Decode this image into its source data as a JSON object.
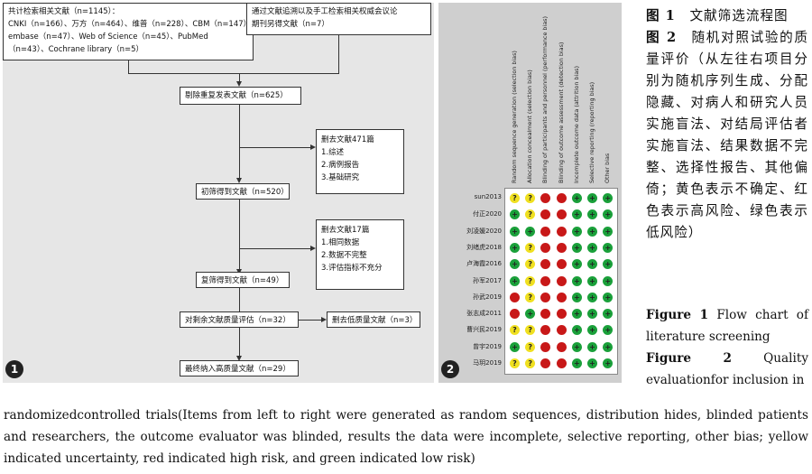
{
  "panel1": {
    "number": "1",
    "boxes": {
      "top_left": "共计检索相关文献（n=1145）：\nCNKI（n=166）、万方（n=464）、维普（n=228）、CBM（n=147）\nembase（n=47）、Web of Science（n=45）、PubMed\n（n=43）、Cochrane library（n=5）",
      "top_right": "通过文献追溯以及手工检索相关权威会议论\n期刊另得文献（n=7）",
      "dedup": "剔除重复发表文献（n=625）",
      "initial": "初筛得到文献（n=520）",
      "excl1": "删去文献471篇\n1.综述\n2.病例报告\n3.基础研究",
      "rescreen": "复筛得到文献（n=49）",
      "excl2": "删去文献17篇\n1.相同数据\n2.数据不完整\n3.评估指标不充分",
      "assess": "对剩余文献质量评估（n=32）",
      "lowq": "删去低质量文献（n=3）",
      "final": "最终纳入高质量文献（n=29）"
    }
  },
  "panel2": {
    "number": "2",
    "columns": [
      "Random sequence generation (selection bias)",
      "Allocation concealment (selection bias)",
      "Blinding of participants and personnel (performance bias)",
      "Blinding of outcome assessment (detection bias)",
      "Incomplete outcome data (attrition bias)",
      "Selective reporting (reporting bias)",
      "Other bias"
    ],
    "studies": [
      "sun2013",
      "付正2020",
      "刘凌媛2020",
      "刘绪虎2018",
      "卢海霞2016",
      "孙军2017",
      "孙武2019",
      "张志成2011",
      "曹兴民2019",
      "曾宇2019",
      "马玥2019"
    ],
    "judgements": [
      [
        "?",
        "?",
        "-",
        "-",
        "+",
        "+",
        "+"
      ],
      [
        "+",
        "?",
        "-",
        "-",
        "+",
        "+",
        "+"
      ],
      [
        "+",
        "+",
        "-",
        "-",
        "+",
        "+",
        "+"
      ],
      [
        "+",
        "?",
        "-",
        "-",
        "+",
        "+",
        "+"
      ],
      [
        "+",
        "?",
        "-",
        "-",
        "+",
        "+",
        "+"
      ],
      [
        "+",
        "?",
        "-",
        "-",
        "+",
        "+",
        "+"
      ],
      [
        "-",
        "?",
        "-",
        "-",
        "+",
        "+",
        "+"
      ],
      [
        "-",
        "+",
        "-",
        "-",
        "+",
        "+",
        "+"
      ],
      [
        "?",
        "?",
        "-",
        "-",
        "+",
        "+",
        "+"
      ],
      [
        "+",
        "?",
        "-",
        "-",
        "+",
        "+",
        "+"
      ],
      [
        "?",
        "?",
        "-",
        "-",
        "+",
        "+",
        "+"
      ]
    ],
    "colors": {
      "low": "#1aa03a",
      "unclear": "#f0e020",
      "high": "#c81818"
    }
  },
  "caption_zh": {
    "fig1_label": "图 1",
    "fig1_text": "文献筛选流程图",
    "fig2_label": "图 2",
    "fig2_text": "随机对照试验的质量评价（从左往右项目分别为随机序列生成、分配隐藏、对病人和研究人员实施盲法、对结局评估者实施盲法、结果数据不完整、选择性报告、其他偏倚；黄色表示不确定、红色表示高风险、绿色表示低风险）"
  },
  "caption_en": {
    "fig1_label": "Figure 1",
    "fig1_text": "Flow chart of literature screening",
    "fig2_label": "Figure 2",
    "fig2_text": "Quality evaluationfor inclusion in",
    "continuation": "randomizedcontrolled trials(Items from left to right were generated as random sequences, distribution hides, blinded patients and researchers,  the outcome evaluator was blinded,  results the data were incomplete,  selective reporting,  other bias; yellow indicated uncertainty, red indicated high risk, and green indicated low risk)"
  }
}
